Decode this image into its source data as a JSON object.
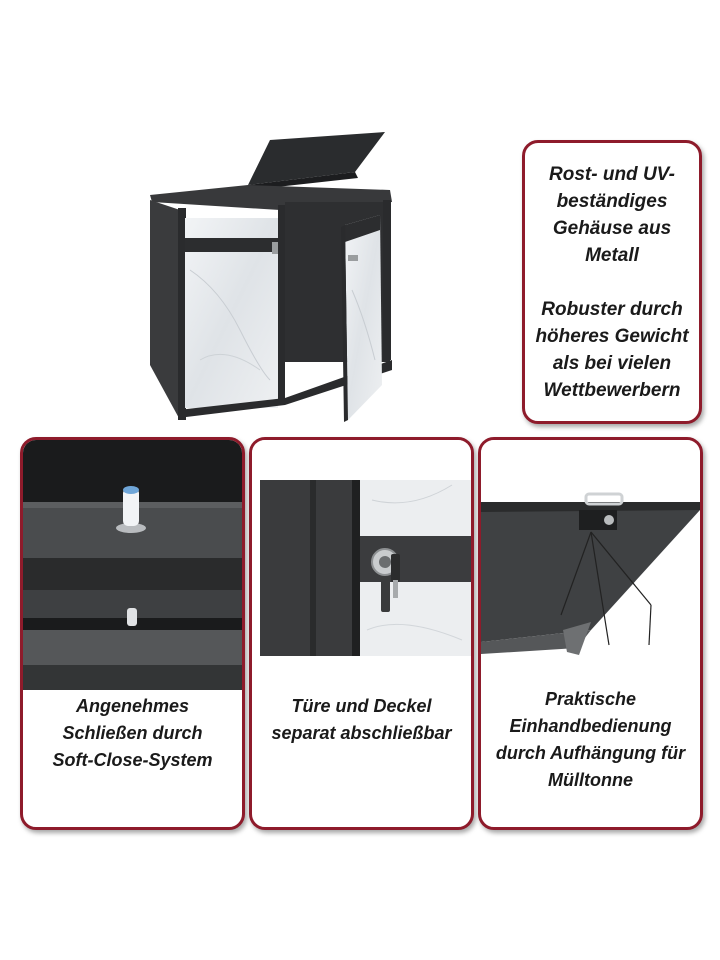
{
  "features": {
    "main": {
      "lines_1": [
        "Rost- und UV-",
        "beständiges",
        "Gehäuse aus",
        "Metall"
      ],
      "lines_2": [
        "Robuster durch",
        "höheres Gewicht",
        "als bei vielen",
        "Wettbewerbern"
      ]
    },
    "cards": [
      {
        "lines": [
          "Angenehmes",
          "Schließen durch",
          "Soft-Close-System"
        ]
      },
      {
        "lines": [
          "Türe und Deckel",
          "separat abschließbar"
        ]
      },
      {
        "lines": [
          "Praktische",
          "Einhandbedienung",
          "durch Aufhängung für",
          "Mülltonne"
        ]
      }
    ]
  },
  "colors": {
    "frame_border": "#8e1b2b",
    "metal_dark": "#2f3133",
    "panel_light": "#e8ebee"
  }
}
